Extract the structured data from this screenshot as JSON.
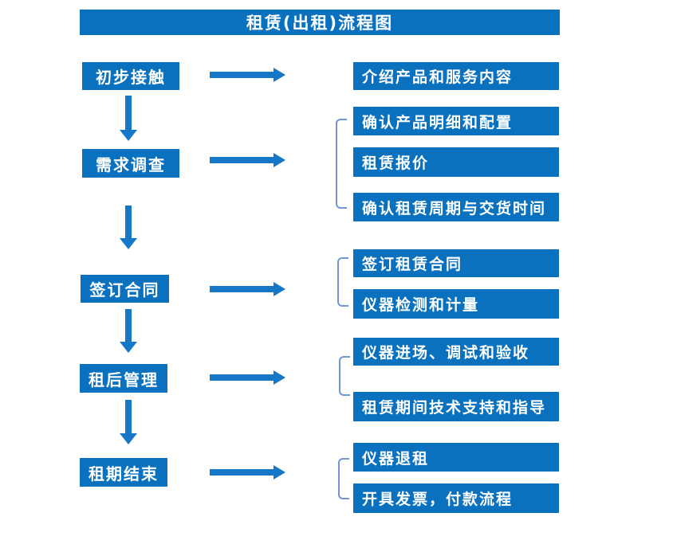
{
  "title": "租赁(出租)流程图",
  "colors": {
    "primary": "#0a71be",
    "arrow": "#1677c6",
    "bracket": "#7096d6",
    "boxtext": "#ffffff"
  },
  "steps": [
    {
      "label": "初步接触",
      "details": [
        "介绍产品和服务内容"
      ]
    },
    {
      "label": "需求调查",
      "details": [
        "确认产品明细和配置",
        "租赁报价",
        "确认租赁周期与交货时间"
      ]
    },
    {
      "label": "签订合同",
      "details": [
        "签订租赁合同",
        "仪器检测和计量"
      ]
    },
    {
      "label": "租后管理",
      "details": [
        "仪器进场、调试和验收",
        "租赁期间技术支持和指导"
      ]
    },
    {
      "label": "租期结束",
      "details": [
        "仪器退租",
        "开具发票，付款流程"
      ]
    }
  ]
}
